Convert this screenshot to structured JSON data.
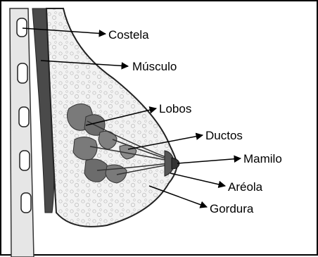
{
  "labels": {
    "costela": "Costela",
    "musculo": "Músculo",
    "lobos": "Lobos",
    "ductos": "Ductos",
    "mamilo": "Mamilo",
    "areola": "Aréola",
    "gordura": "Gordura"
  }
}
